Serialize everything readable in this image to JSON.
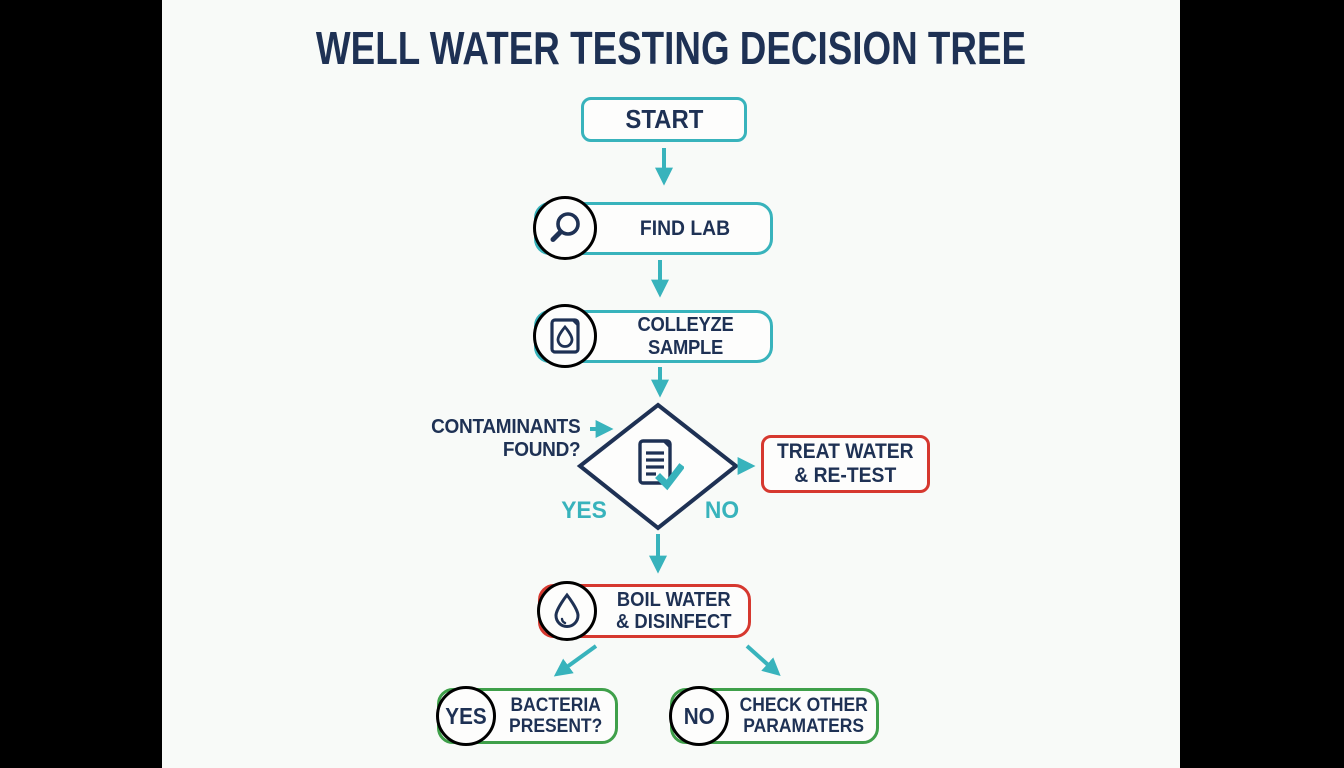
{
  "title": "WELL WATER TESTING DECISION TREE",
  "colors": {
    "navy": "#1e3154",
    "teal": "#38b3bc",
    "red": "#d6382f",
    "green": "#3fa04a",
    "bg": "#f8faf8",
    "nodebg": "#fdfdfc",
    "letterbox": "#000000"
  },
  "nodes": {
    "start": {
      "label": "START"
    },
    "find_lab": {
      "label": "FIND LAB",
      "icon": "magnifier-icon"
    },
    "collect_sample": {
      "label": "COLLEYZE SAMPLE",
      "icon": "sample-drop-document-icon"
    },
    "decision": {
      "question": "CONTAMINANTS FOUND?",
      "icon": "report-checkmark-icon",
      "yes_label": "YES",
      "no_label": "NO"
    },
    "treat_water": {
      "label": "TREAT WATER\n& RE-TEST"
    },
    "boil_water": {
      "label": "BOIL WATER\n& DISINFECT",
      "icon": "water-drop-icon"
    },
    "bacteria_present": {
      "badge": "YES",
      "label": "BACTERIA\nPRESENT?"
    },
    "check_other": {
      "badge": "NO",
      "label": "CHECK OTHER\nPARAMATERS"
    }
  }
}
